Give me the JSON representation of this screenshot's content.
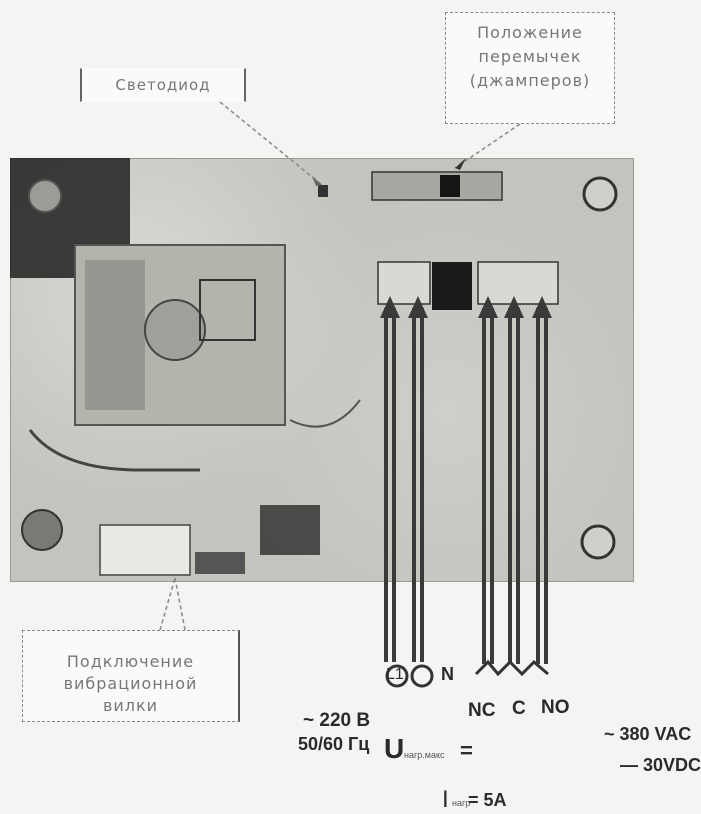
{
  "callouts": {
    "led": "Светодиод",
    "jumpers": [
      "Положение",
      "перемычек",
      "(джамперов)"
    ],
    "vibration_plug": [
      "Подключение",
      "вибрационной",
      "вилки"
    ]
  },
  "terminals": {
    "l1": "L1",
    "n": "N",
    "nc": "NC",
    "c": "C",
    "no": "NO"
  },
  "supply": {
    "voltage": "~ 220 В",
    "frequency": "50/60 Гц"
  },
  "contact_rating": {
    "voltage_symbol": "U",
    "voltage_subscript": "нагр.макс",
    "equals": "=",
    "ac": "~ 380 VAC",
    "dc": "— 30VDC",
    "current_symbol": "I",
    "current_subscript": "нагр",
    "current": "= 5А"
  },
  "colors": {
    "board": "#c4c4be",
    "wire": "#3a3a3a",
    "callout_text": "#777777"
  }
}
